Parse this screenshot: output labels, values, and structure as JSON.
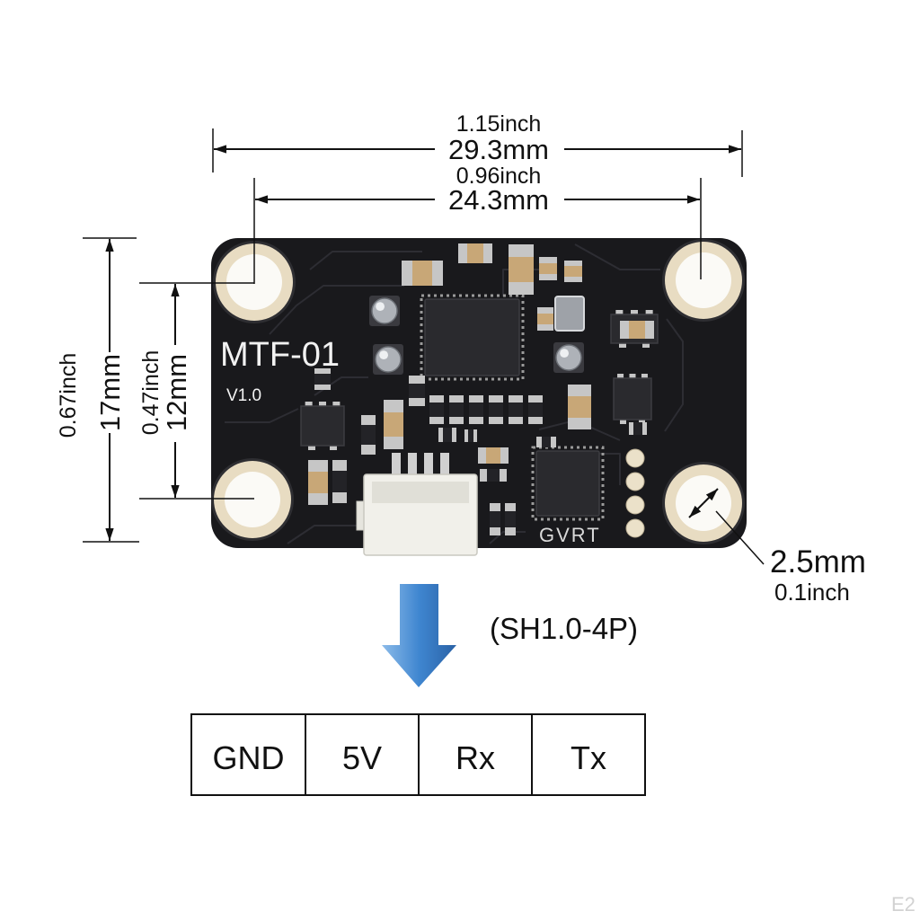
{
  "dimensions": {
    "outer_width_inch": "1.15inch",
    "outer_width_mm": "29.3mm",
    "hole_spacing_width_inch": "0.96inch",
    "hole_spacing_width_mm": "24.3mm",
    "outer_height_inch": "0.67inch",
    "outer_height_mm": "17mm",
    "hole_spacing_height_inch": "0.47inch",
    "hole_spacing_height_mm": "12mm",
    "hole_diameter_mm": "2.5mm",
    "hole_diameter_inch": "0.1inch"
  },
  "board": {
    "model": "MTF-01",
    "version": "V1.0",
    "silkscreen_logo": "GVRT"
  },
  "connector": {
    "type": "(SH1.0-4P)",
    "pins": [
      "GND",
      "5V",
      "Rx",
      "Tx"
    ]
  },
  "watermark": "E2",
  "colors": {
    "board": "#19191c",
    "hole_ring": "#e8dcc2",
    "arrow_blue": "#3f86d0",
    "line": "#111111"
  }
}
